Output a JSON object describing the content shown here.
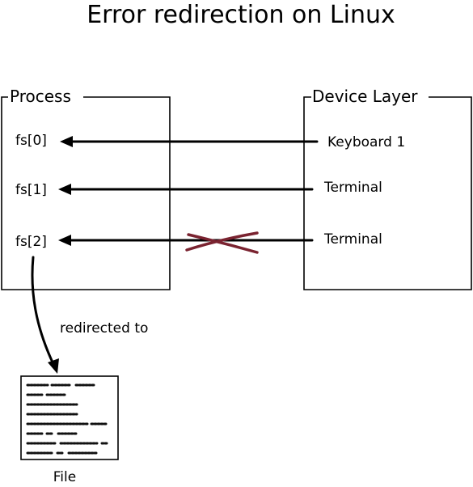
{
  "diagram": {
    "title": "Error redirection on Linux",
    "process_box": {
      "label": "Process",
      "descriptors": [
        "fs[0]",
        "fs[1]",
        "fs[2]"
      ]
    },
    "device_box": {
      "label": "Device Layer",
      "devices": [
        "Keyboard 1",
        "Terminal",
        "Terminal"
      ]
    },
    "edges": [
      {
        "from": "Keyboard 1",
        "to": "fs[0]",
        "status": "connected"
      },
      {
        "from": "Terminal",
        "to": "fs[1]",
        "status": "connected"
      },
      {
        "from": "Terminal",
        "to": "fs[2]",
        "status": "crossed-out"
      }
    ],
    "redirect_label": "redirected to",
    "file_label": "File",
    "colors": {
      "ink": "#000000",
      "cross": "#7a2330",
      "background": "#ffffff"
    }
  }
}
